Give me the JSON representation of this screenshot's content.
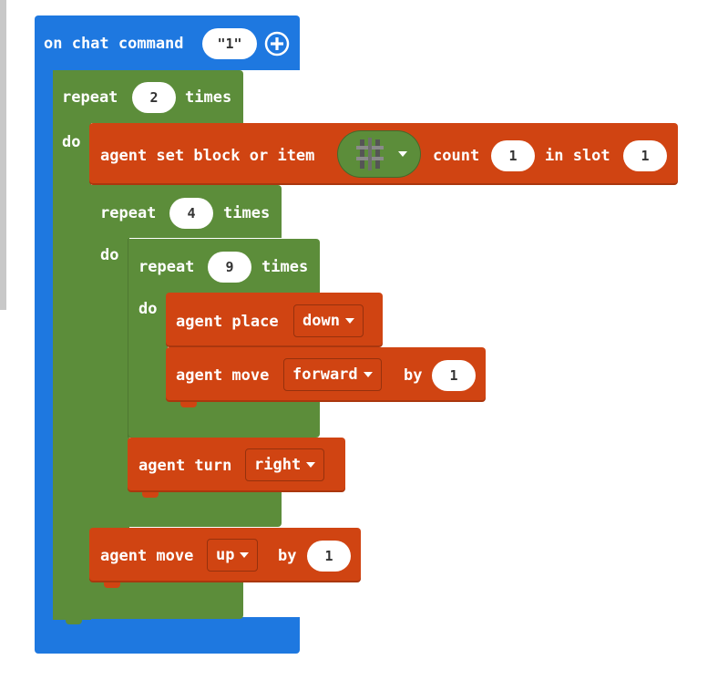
{
  "event": {
    "label": "on chat command",
    "command_value": "\"1\"",
    "add_icon": "plus-circle-icon"
  },
  "outer_repeat": {
    "label_repeat": "repeat",
    "count": "2",
    "label_times": "times",
    "label_do": "do"
  },
  "set_item": {
    "label": "agent set block or item",
    "item_icon": "ladder-item-icon",
    "count_label": "count",
    "count_value": "1",
    "slot_label": "in slot",
    "slot_value": "1"
  },
  "mid_repeat": {
    "label_repeat": "repeat",
    "count": "4",
    "label_times": "times",
    "label_do": "do"
  },
  "inner_repeat": {
    "label_repeat": "repeat",
    "count": "9",
    "label_times": "times",
    "label_do": "do"
  },
  "place": {
    "label": "agent place",
    "direction": "down"
  },
  "move_forward": {
    "label": "agent move",
    "direction": "forward",
    "by_label": "by",
    "amount": "1"
  },
  "turn": {
    "label": "agent turn",
    "direction": "right"
  },
  "move_up": {
    "label": "agent move",
    "direction": "up",
    "by_label": "by",
    "amount": "1"
  },
  "colors": {
    "event": "#1e78e0",
    "loops": "#5c8d3a",
    "agent": "#d04412"
  }
}
